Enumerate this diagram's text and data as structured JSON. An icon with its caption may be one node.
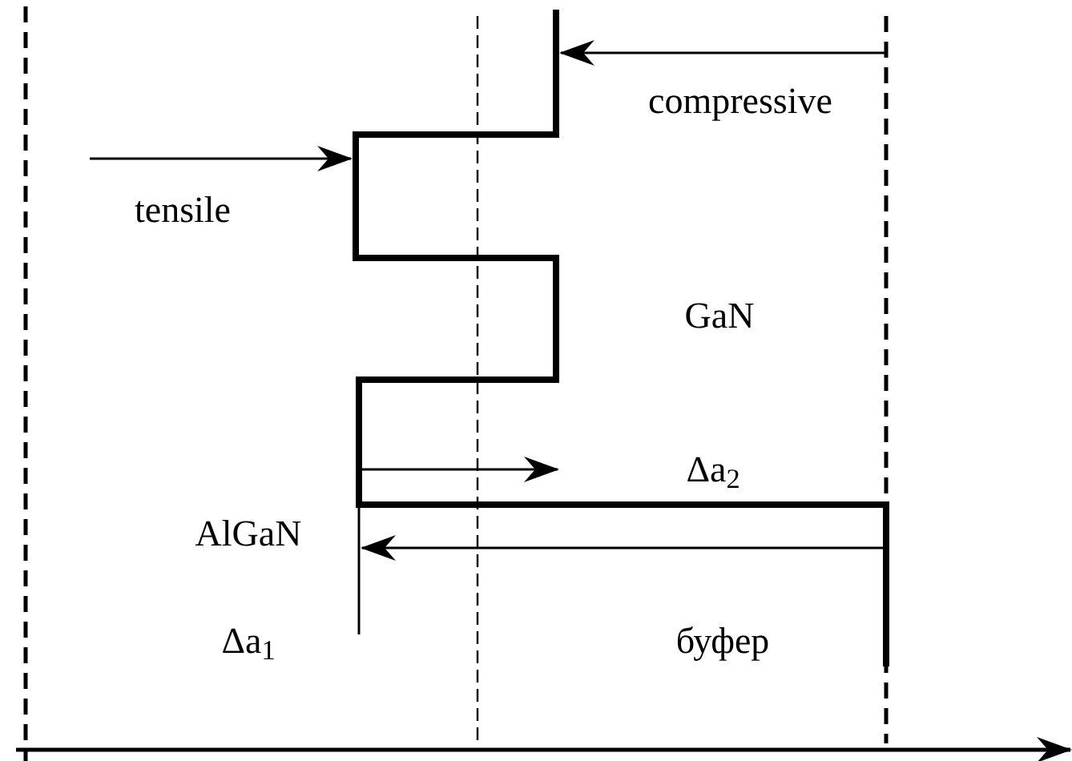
{
  "diagram": {
    "labels": [
      "compressive",
      "tensile",
      "GaN",
      "Δa$_{2}$",
      "AlGaN",
      "Δa$_{1}$",
      "буфер"
    ]
  }
}
